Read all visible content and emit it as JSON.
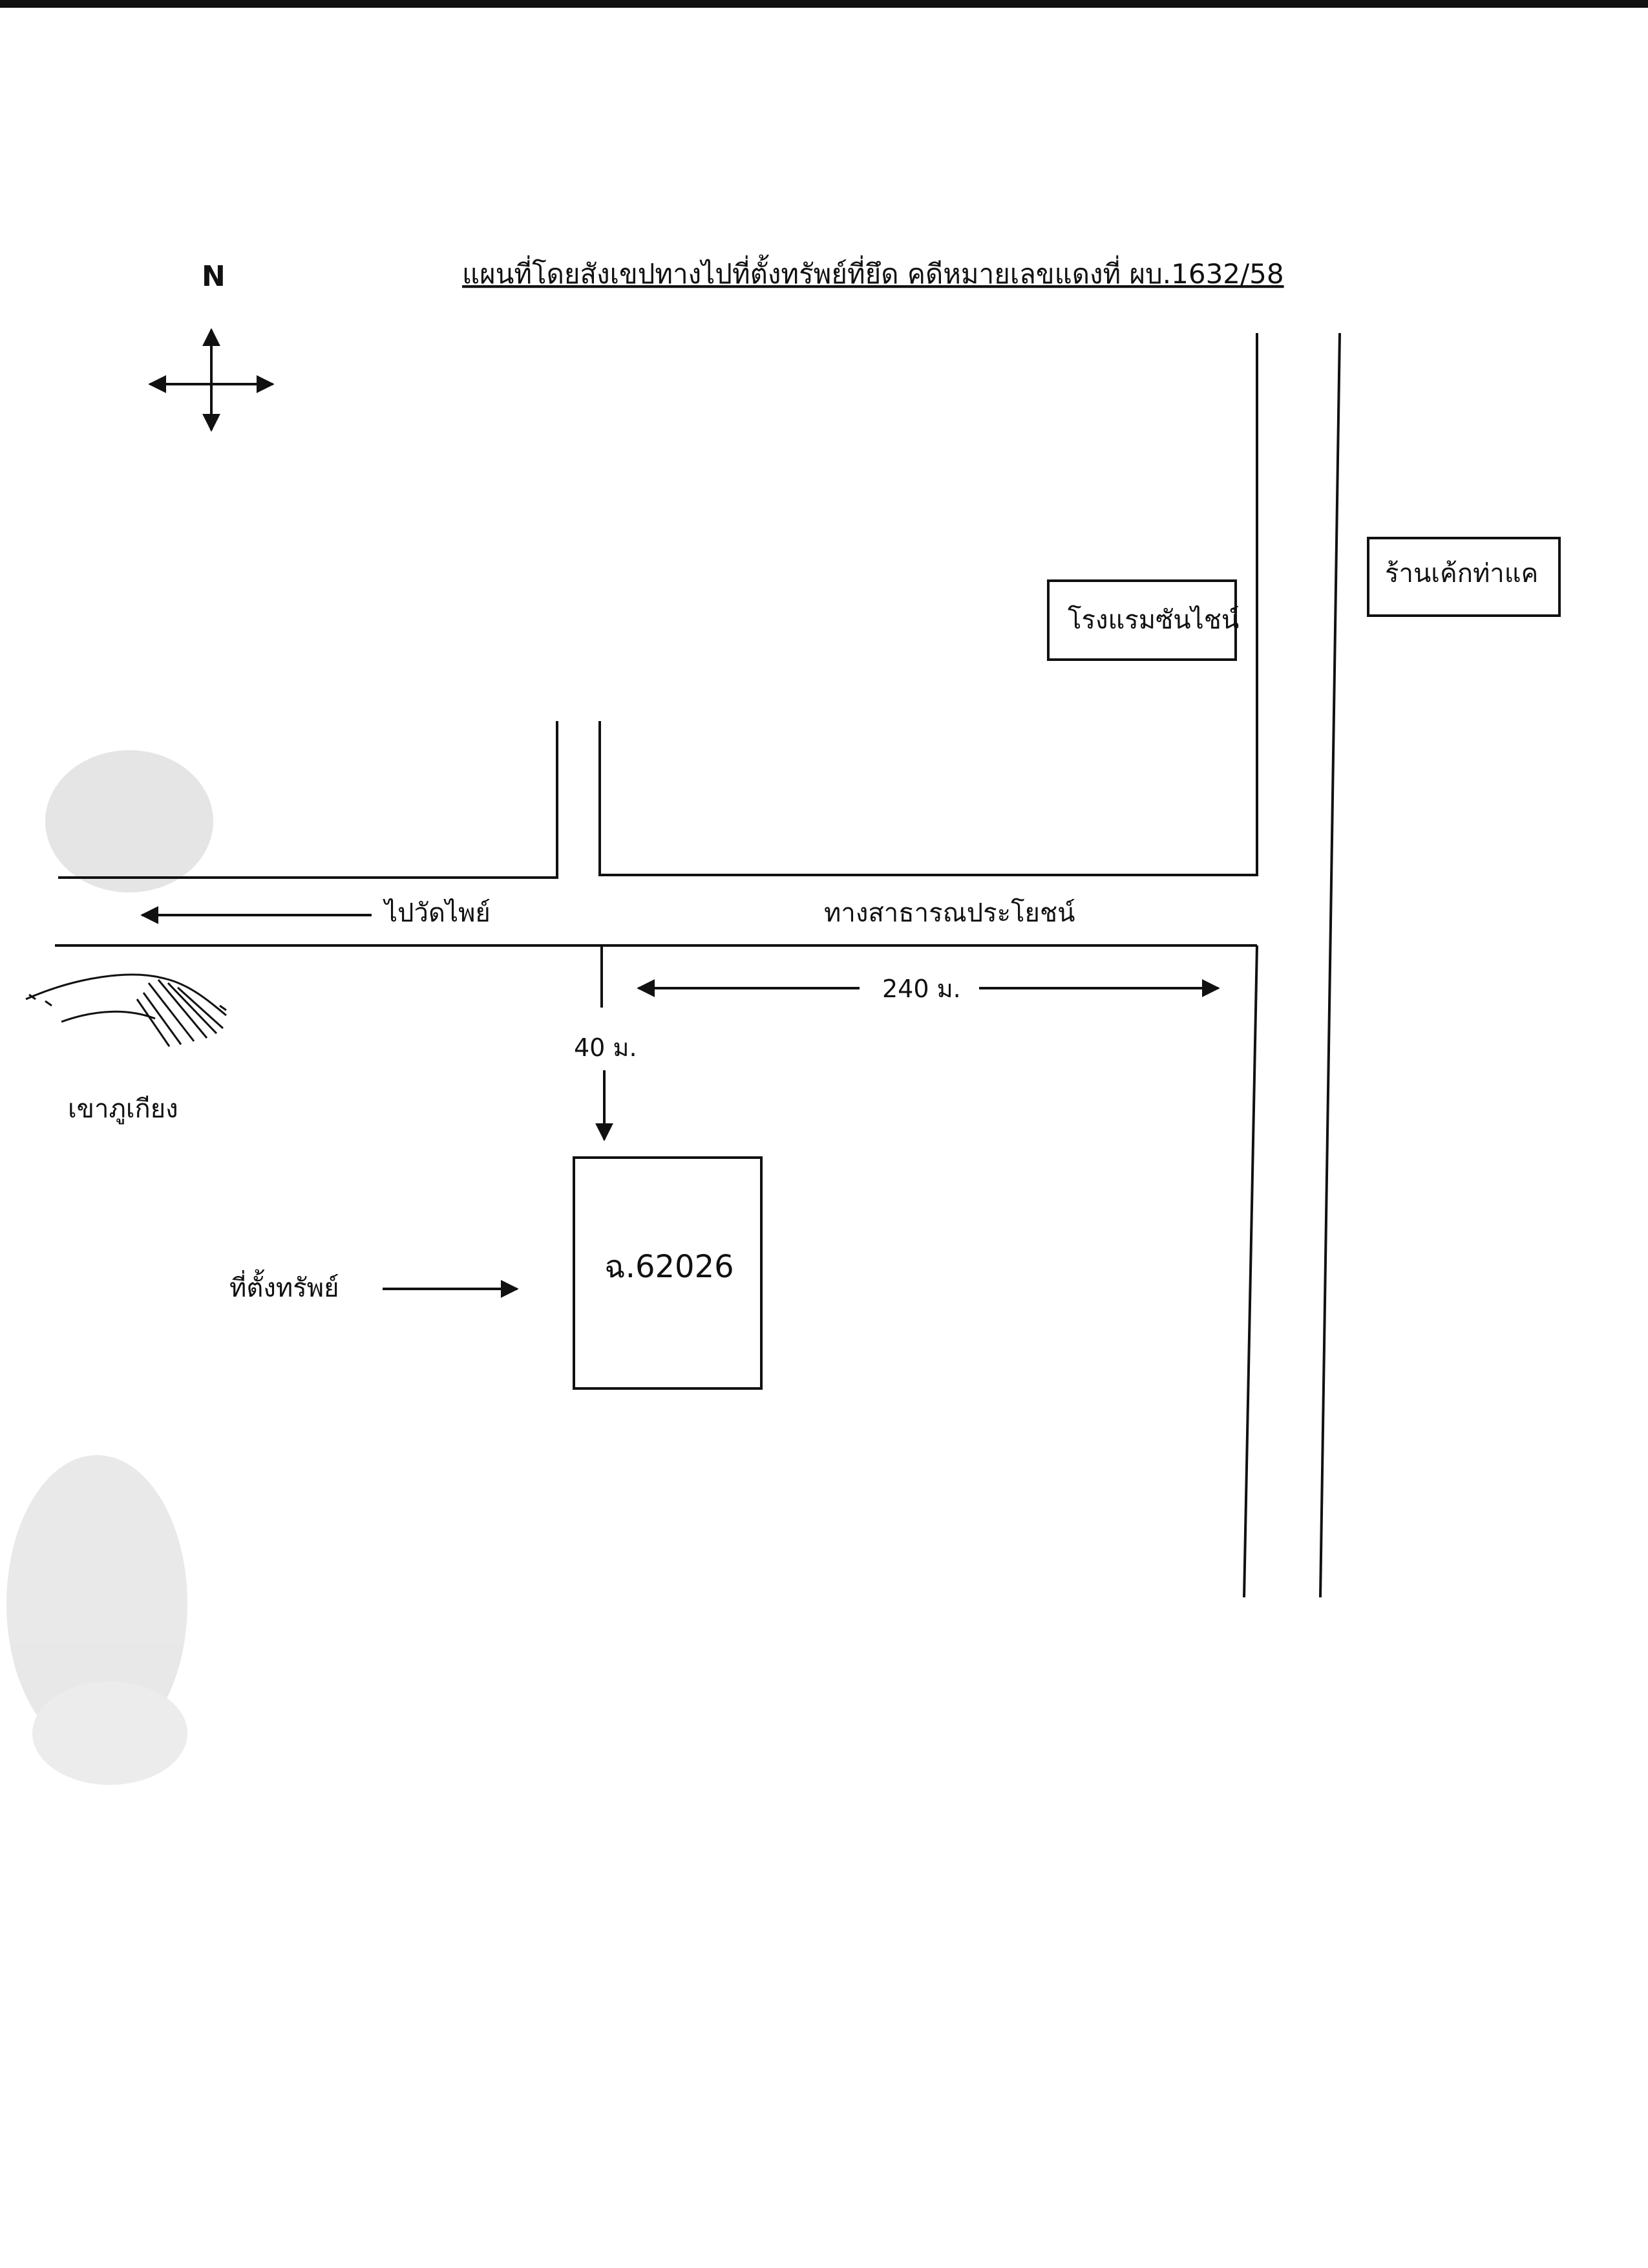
{
  "map": {
    "title": "แผนที่โดยสังเขปทางไปที่ตั้งทรัพย์ที่ยึด คดีหมายเลขแดงที่ ผบ.1632/58",
    "north_label": "N",
    "labels": {
      "road_main": "ทางสาธารณประโยชน์",
      "to_temple": "ไปวัดไพย์",
      "hotel": "โรงแรมซันไชน์",
      "cake_shop": "ร้านเค้กท่าแค",
      "mountain": "เขาภูเกียง",
      "property_pointer": "ที่ตั้งทรัพย์",
      "parcel_id": "ฉ.62026"
    },
    "distances": {
      "along_main_road": "240 ม.",
      "to_parcel": "40 ม."
    }
  }
}
